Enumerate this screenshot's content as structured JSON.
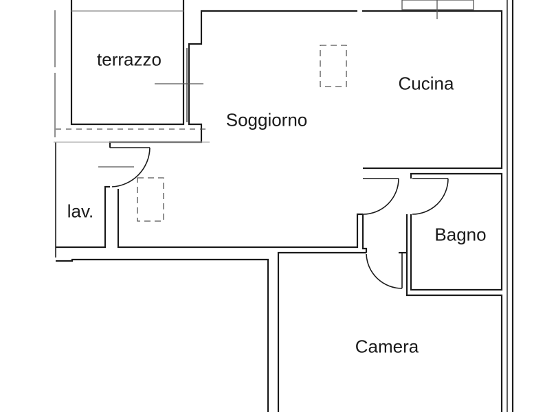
{
  "rooms": {
    "terrazzo": "terrazzo",
    "soggiorno": "Soggiorno",
    "cucina": "Cucina",
    "lavanderia": "lav.",
    "bagno": "Bagno",
    "camera": "Camera"
  },
  "colors": {
    "wall": "#1a1a1a",
    "aux": "#888888"
  }
}
